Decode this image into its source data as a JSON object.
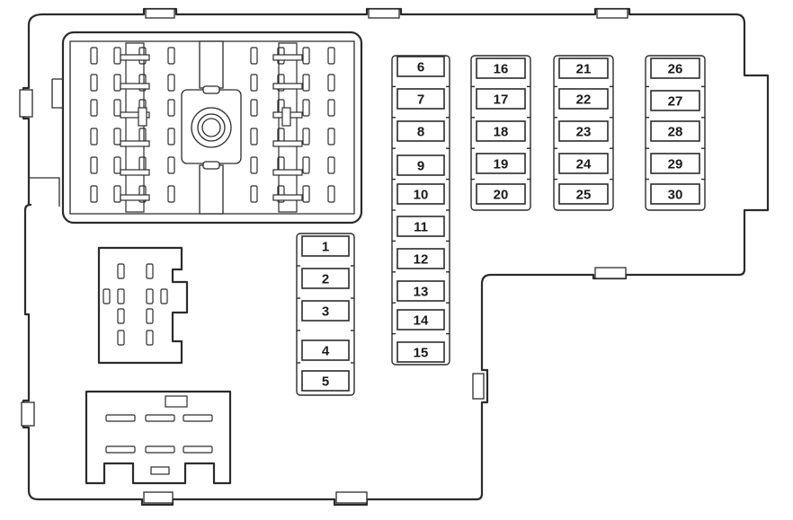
{
  "diagram": {
    "fuses": [
      {
        "id": "1",
        "label": "1"
      },
      {
        "id": "2",
        "label": "2"
      },
      {
        "id": "3",
        "label": "3"
      },
      {
        "id": "4",
        "label": "4"
      },
      {
        "id": "5",
        "label": "5"
      },
      {
        "id": "6",
        "label": "6"
      },
      {
        "id": "7",
        "label": "7"
      },
      {
        "id": "8",
        "label": "8"
      },
      {
        "id": "9",
        "label": "9"
      },
      {
        "id": "10",
        "label": "10"
      },
      {
        "id": "11",
        "label": "11"
      },
      {
        "id": "12",
        "label": "12"
      },
      {
        "id": "13",
        "label": "13"
      },
      {
        "id": "14",
        "label": "14"
      },
      {
        "id": "15",
        "label": "15"
      },
      {
        "id": "16",
        "label": "16"
      },
      {
        "id": "17",
        "label": "17"
      },
      {
        "id": "18",
        "label": "18"
      },
      {
        "id": "19",
        "label": "19"
      },
      {
        "id": "20",
        "label": "20"
      },
      {
        "id": "21",
        "label": "21"
      },
      {
        "id": "22",
        "label": "22"
      },
      {
        "id": "23",
        "label": "23"
      },
      {
        "id": "24",
        "label": "24"
      },
      {
        "id": "25",
        "label": "25"
      },
      {
        "id": "26",
        "label": "26"
      },
      {
        "id": "27",
        "label": "27"
      },
      {
        "id": "28",
        "label": "28"
      },
      {
        "id": "29",
        "label": "29"
      },
      {
        "id": "30",
        "label": "30"
      }
    ],
    "line_color": "#2b2b2b",
    "background_color": "#ffffff"
  }
}
